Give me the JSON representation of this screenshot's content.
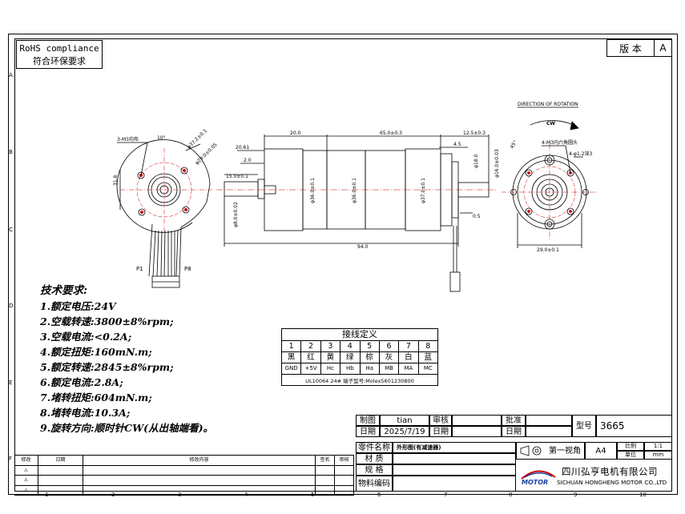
{
  "rohs": {
    "line1": "RoHS compliance",
    "line2": "符合环保要求"
  },
  "version": {
    "label": "版 本",
    "value": "A"
  },
  "margin_letters": [
    "A",
    "B",
    "C",
    "D",
    "E",
    "F"
  ],
  "margin_numbers": [
    "1",
    "2",
    "3",
    "4",
    "5",
    "6",
    "7",
    "8",
    "9",
    "10"
  ],
  "drawing": {
    "front_labels": {
      "screws": "3-M3均布",
      "angle": "10°",
      "dia1": "φ37.2±0.1",
      "dia2": "φ29.0±0.05",
      "side": "31.8",
      "p1": "P1",
      "p8": "P8"
    },
    "side_labels": {
      "d1": "20.0",
      "d2": "65.0±0.3",
      "d3": "12.5±0.3",
      "d4": "4.5",
      "d5": "2.0",
      "d6": "15.0±0.1",
      "d7": "20.61",
      "d8": "φ36.0±0.1",
      "d9": "φ36.0±0.1",
      "d10": "φ37.0±0.1",
      "d11": "φ18.0",
      "d12": "φ16.0±0.03",
      "d13": "0.5",
      "d14": "94.0",
      "d15": "φ8.0±0.02"
    },
    "rear_labels": {
      "dir": "DIRECTION OF ROTATION",
      "cw": "CW",
      "screws": "4-M3内六角圆头",
      "holes": "4-φ1.2深3",
      "ang": "45°",
      "width": "29.0±0.1"
    }
  },
  "tech": {
    "heading": "技术要求:",
    "items": [
      "1.额定电压:24V",
      "2.空载转速:3800±8%rpm;",
      "3.空载电流:<0.2A;",
      "4.额定扭矩:160mN.m;",
      "5.额定转速:2845±8%rpm;",
      "6.额定电流:2.8A;",
      "7.堵转扭矩:604mN.m;",
      "8.堵转电流:10.3A;",
      "9.旋转方向:顺时针CW(从出轴端看)。"
    ]
  },
  "wiring": {
    "title": "接线定义",
    "numbers": [
      "1",
      "2",
      "3",
      "4",
      "5",
      "6",
      "7",
      "8"
    ],
    "colors": [
      "黑",
      "红",
      "黄",
      "绿",
      "棕",
      "灰",
      "白",
      "蓝"
    ],
    "signals": [
      "GND",
      "+5V",
      "Hc",
      "Hb",
      "Ha",
      "MB",
      "MA",
      "MC"
    ],
    "footer": "UL10064 24# 端子型号:Molex5601230800"
  },
  "title_block": {
    "drawn_label": "制图",
    "drawn_value": "tian",
    "date_label": "日期",
    "date_value": "2025/7/19",
    "check_label": "审核",
    "check_date_label": "日期",
    "approve_label": "批准",
    "approve_date_label": "日期",
    "model_label": "型号",
    "model_value": "3665",
    "part_label": "零件名称",
    "part_value": "外形图(有减速器)",
    "material_label": "材 质",
    "spec_label": "规 格",
    "code_label": "物料编码",
    "projection": "第一视角",
    "size": "A4",
    "scale_label": "比例",
    "scale_value": "1:1",
    "unit_label": "单位",
    "unit_value": "mm"
  },
  "revision": {
    "headers": [
      "修改",
      "日期",
      "修改内容",
      "签名",
      "审核"
    ]
  },
  "company": {
    "logo": "MOTOR",
    "cn": "四川弘亨电机有限公司",
    "en": "SICHUAN HONGHENG MOTOR CO.,LTD"
  }
}
